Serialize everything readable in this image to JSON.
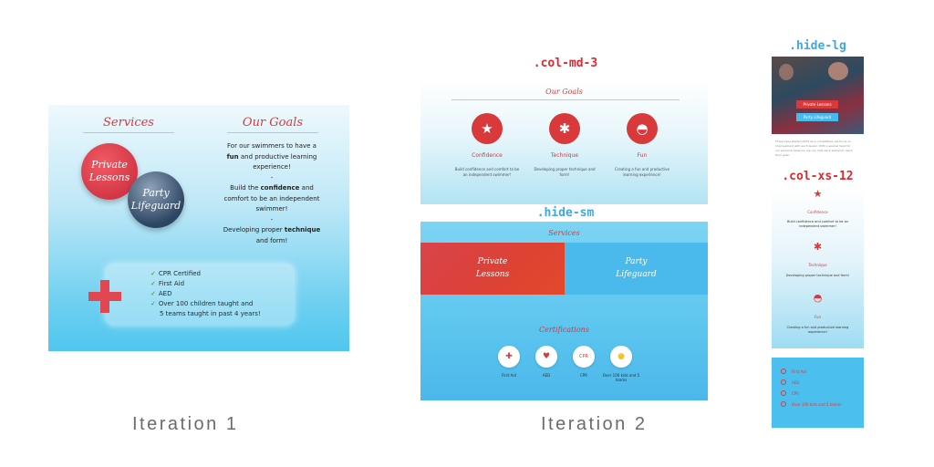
{
  "iteration1": {
    "label": "Iteration 1",
    "services_heading": "Services",
    "goals_heading": "Our Goals",
    "private_lessons": [
      "Private",
      "Lessons"
    ],
    "party_lifeguard": [
      "Party",
      "Lifeguard"
    ],
    "goals": {
      "line1": "For our swimmers to have a",
      "fun": "fun",
      "line2_rest": " and productive learning",
      "line3": "experience!",
      "sep": "-",
      "line4": "Build the ",
      "confidence": "confidence",
      "line4_rest": " and",
      "line5": "comfort to be an independent",
      "line6": "swimmer!",
      "line7": "Developing proper ",
      "technique": "technique",
      "line8": "and form!"
    },
    "certs": [
      "CPR Certified",
      "First Aid",
      "AED",
      "Over 100 children taught and",
      "5 teams taught in past 4 years!"
    ],
    "check_glyph": "✓",
    "colors": {
      "accent": "#d8393a",
      "circle_red": "#d83443",
      "circle_navy": "#2b4563"
    }
  },
  "iteration2": {
    "label": "Iteration 2",
    "tag_top": ".col-md-3",
    "tag_mid": ".hide-sm",
    "goals_heading": "Our Goals",
    "goals": [
      {
        "icon": "star-icon",
        "glyph": "★",
        "label": "Confidence",
        "desc": [
          "Build confidence and comfort to be",
          "an independent swimmer!"
        ]
      },
      {
        "icon": "gear-icon",
        "glyph": "✱",
        "label": "Technique",
        "desc": [
          "Developing proper technique and",
          "form!"
        ]
      },
      {
        "icon": "swimmer-icon",
        "glyph": "◓",
        "label": "Fun",
        "desc": [
          "Creating a fun and productive",
          "learning experience!"
        ]
      }
    ],
    "services_heading": "Services",
    "private_lessons": [
      "Private",
      "Lessons"
    ],
    "party_lifeguard": [
      "Party",
      "Lifeguard"
    ],
    "certs_heading": "Certifications",
    "certs": [
      {
        "icon": "cross-icon",
        "glyph": "✚",
        "label": [
          "First Aid"
        ]
      },
      {
        "icon": "heart-icon",
        "glyph": "♥",
        "label": [
          "AED"
        ]
      },
      {
        "icon": "cpr-icon",
        "glyph": "CPR",
        "label": [
          "CPR"
        ]
      },
      {
        "icon": "award-icon",
        "glyph": "●",
        "label": [
          "Over 100 kids and 5",
          "teams"
        ]
      }
    ]
  },
  "mobile": {
    "tag_top": ".hide-lg",
    "tag_mid": ".col-xs-12",
    "hero_buttons": [
      "Private Lessons",
      "Party Lifeguard"
    ],
    "intro_text": [
      "Three have started 2015 as a competitive, we focus on",
      "improvement with each lesson. With a special head for",
      "our personal sessions, we can help each swimmer reach",
      "their goal!"
    ],
    "goals": [
      {
        "icon": "star-icon",
        "glyph": "★",
        "label": "Confidence",
        "desc": [
          "Build confidence and comfort to be an",
          "independent swimmer!"
        ]
      },
      {
        "icon": "gear-icon",
        "glyph": "✱",
        "label": "Technique",
        "desc": [
          "Developing proper technique and form!"
        ]
      },
      {
        "icon": "swimmer-icon",
        "glyph": "◓",
        "label": "Fun",
        "desc": [
          "Creating a fun and productive learning",
          "experience!"
        ]
      }
    ],
    "certs": [
      "First Aid",
      "AED",
      "CPR",
      "Over 100 kids and 5 teams"
    ]
  }
}
